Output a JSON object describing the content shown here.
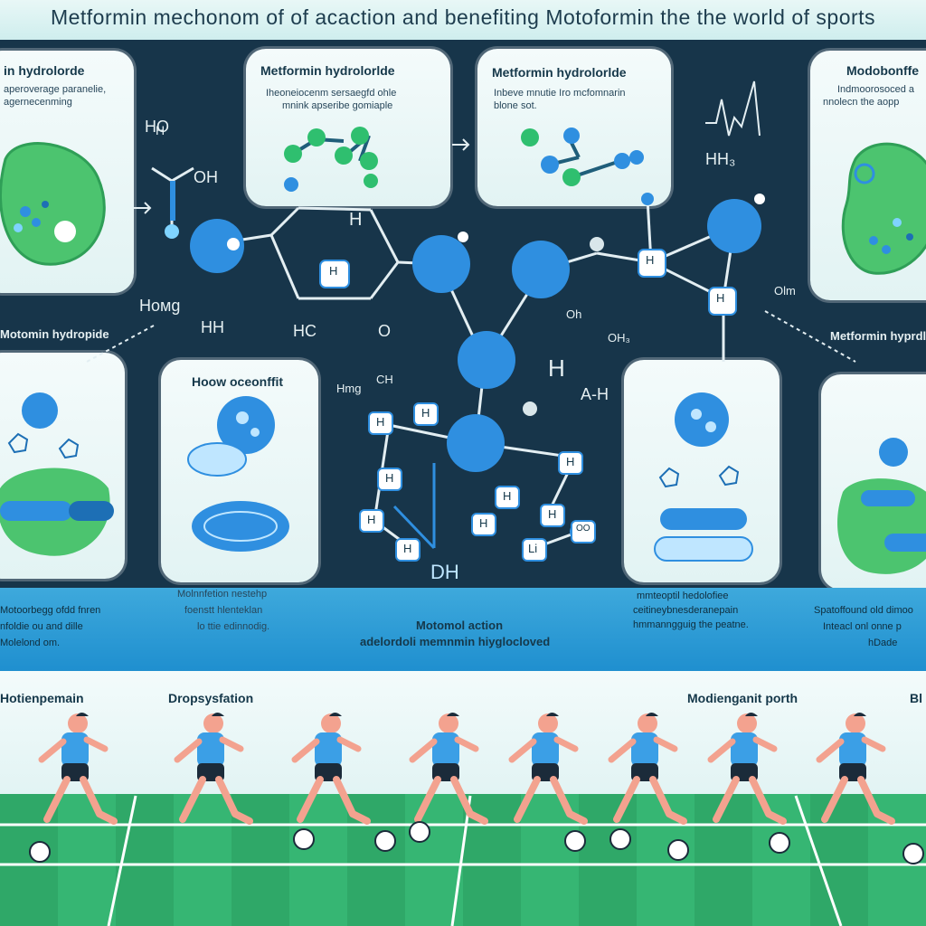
{
  "title": "Metformin mechonom of of acaction and benefiting Motoformin the the world of sports",
  "panels": {
    "top_left": {
      "title": "in hydrolorde",
      "text": [
        "aperoverage paranelie,",
        "agernecenming"
      ]
    },
    "top_center_left": {
      "title": "Metformin hydrolorlde",
      "text": [
        "Iheoneiocenm sersaegfd ohle",
        "mnink apseribe gomiaple"
      ]
    },
    "top_center_right": {
      "title": "Metformin hydrolorlde",
      "text": [
        "Inbeve mnutie Iro mcfomnarin",
        "blone sot."
      ]
    },
    "top_right": {
      "title": "Modobonffe",
      "text": [
        "Indmoorosoced a",
        "nnolecn the aopp"
      ]
    },
    "mid_left_card": {
      "title": "Hoow oceonffit"
    },
    "bottom_left_text": [
      "Motoorbegg ofdd fnren",
      "nfoldie ou and dille",
      "Molelond om."
    ],
    "bottom_center_left_text": [
      "Molnnfetion nestehp",
      "foenstt hlenteklan",
      "lo ttie edinnodig."
    ],
    "bottom_center_text": {
      "title": "Motomol action",
      "sub": "adelordoli memnmin hiyglocloved"
    },
    "bottom_center_right_text": [
      "mmteoptil hedolofiee",
      "ceitineybnesderanepain",
      "hmmanngguig the peatne."
    ],
    "bottom_right_text": [
      "Spatoffound old dimoo",
      "Inteacl onl onne p",
      "hDade"
    ]
  },
  "labels": {
    "ho": "HO",
    "oh": "OH",
    "hh": "HH",
    "hc": "HC",
    "how": "Hoмg",
    "o": "O",
    "oh_small": "Oh",
    "oh2": "OH₃",
    "ah": "A-H",
    "dh": "DH",
    "hh3": "HH₃",
    "oh_right": "Olm",
    "hydro_left": "Motomin hydropide",
    "hydro_right": "Metformin hyprdl",
    "hmg": "Hmg",
    "ch": "CH",
    "o_small": "O",
    "h_ring": "H",
    "h_big": "H",
    "h_atom": "H",
    "hh_small": "H",
    "h_top": "H",
    "h_top2": "H",
    "h_mid": "H",
    "h_bot": "H",
    "li": "Li",
    "oo": "OO"
  },
  "ring_labels": [
    "H",
    "H",
    "H",
    "H",
    "H",
    "H",
    "H",
    "H",
    "H",
    "H",
    "H"
  ],
  "stages": [
    "Hotienpemain",
    "Dropsysfation",
    "Modienganit porth",
    "Bl"
  ],
  "colors": {
    "navy": "#17354a",
    "blue_atom": "#2f8fe0",
    "green_atom": "#2fbf6f",
    "cell_green": "#4cc46f",
    "field_green": "#2fa868",
    "jersey": "#3b9fe6"
  }
}
